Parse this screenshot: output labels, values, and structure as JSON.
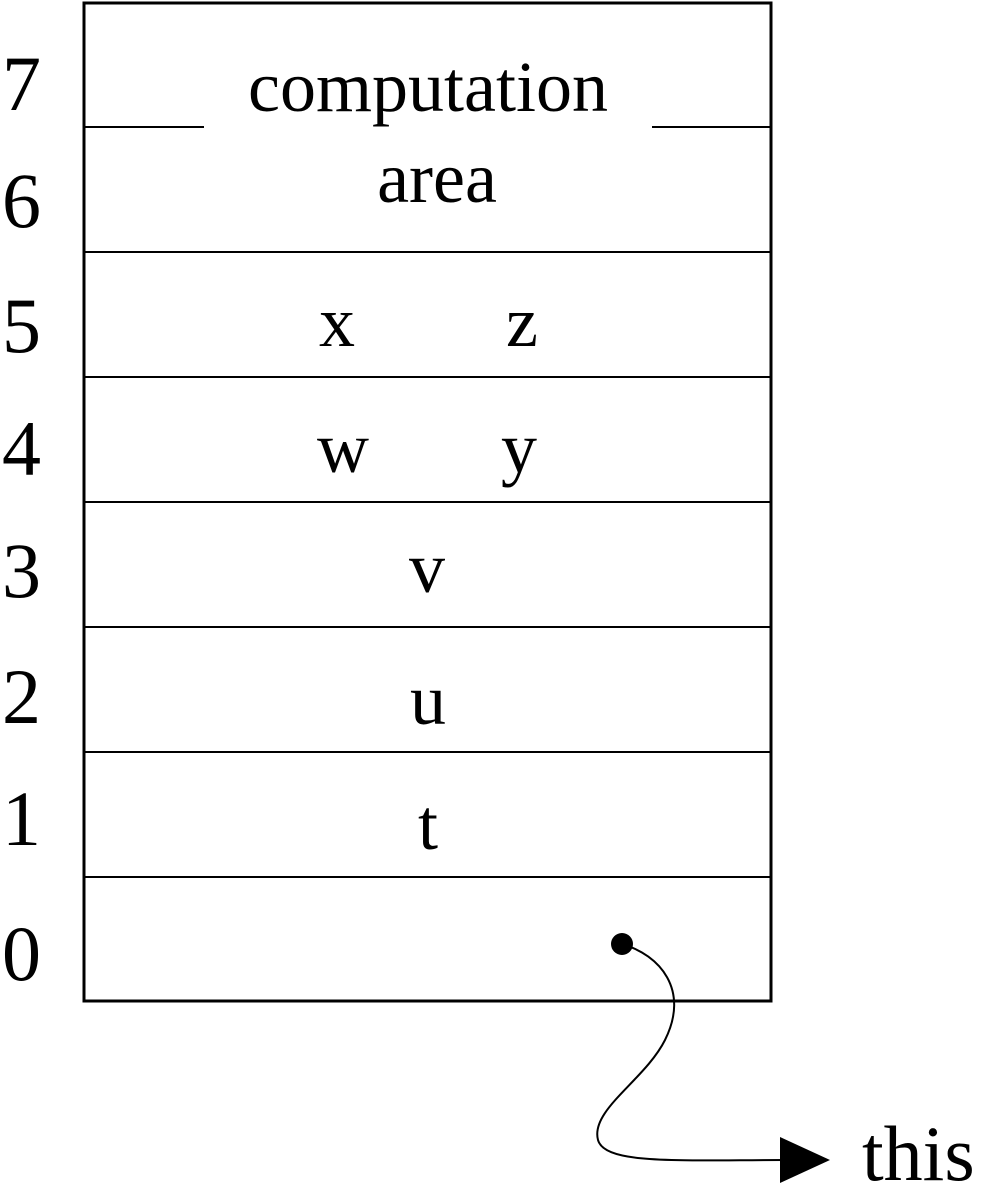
{
  "diagram": {
    "row_indices": [
      "7",
      "6",
      "5",
      "4",
      "3",
      "2",
      "1",
      "0"
    ],
    "computation_area": {
      "line1": "computation",
      "line2": "area"
    },
    "slots": {
      "row5_left": "x",
      "row5_right": "z",
      "row4_left": "w",
      "row4_right": "y",
      "row3": "v",
      "row2": "u",
      "row1": "t",
      "row0": ""
    },
    "pointer_target": "this",
    "colors": {
      "stroke": "#000000",
      "background": "#ffffff"
    }
  }
}
